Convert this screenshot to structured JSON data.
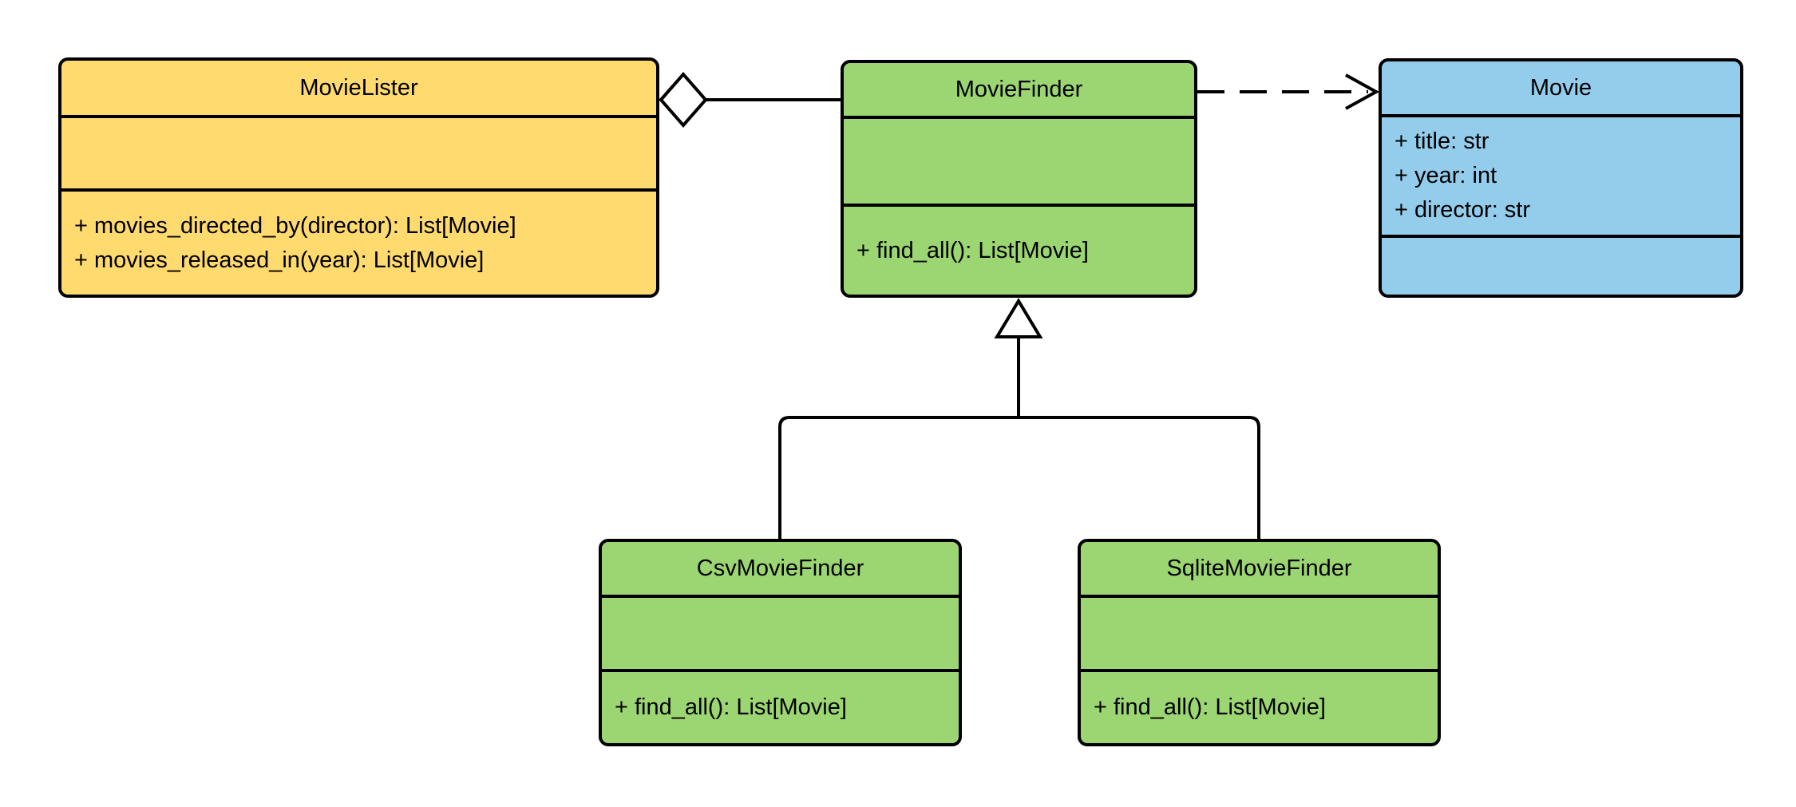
{
  "colors": {
    "background": "#FFFFFF",
    "stroke": "#000000",
    "text": "#000000",
    "class_yellow": "#FFDA6E",
    "class_green": "#9CD672",
    "class_blue": "#94CCEC"
  },
  "classes": {
    "movieLister": {
      "name": "MovieLister",
      "attributes": [],
      "methods": [
        "+ movies_directed_by(director): List[Movie]",
        "+ movies_released_in(year): List[Movie]"
      ]
    },
    "movieFinder": {
      "name": "MovieFinder",
      "attributes": [],
      "methods": [
        "+ find_all(): List[Movie]"
      ]
    },
    "movie": {
      "name": "Movie",
      "attributes": [
        "+ title: str",
        "+ year: int",
        "+ director: str"
      ],
      "methods": []
    },
    "csvMovieFinder": {
      "name": "CsvMovieFinder",
      "attributes": [],
      "methods": [
        "+ find_all(): List[Movie]"
      ]
    },
    "sqliteMovieFinder": {
      "name": "SqliteMovieFinder",
      "attributes": [],
      "methods": [
        "+ find_all(): List[Movie]"
      ]
    }
  },
  "relationships": [
    {
      "type": "aggregation",
      "owner": "MovieLister",
      "part": "MovieFinder",
      "marker": "hollow-diamond",
      "line": "solid"
    },
    {
      "type": "dependency",
      "from": "MovieFinder",
      "to": "Movie",
      "marker": "open-arrow",
      "line": "dashed"
    },
    {
      "type": "inheritance",
      "child": "CsvMovieFinder",
      "parent": "MovieFinder",
      "marker": "hollow-triangle",
      "line": "solid"
    },
    {
      "type": "inheritance",
      "child": "SqliteMovieFinder",
      "parent": "MovieFinder",
      "marker": "hollow-triangle",
      "line": "solid"
    }
  ]
}
